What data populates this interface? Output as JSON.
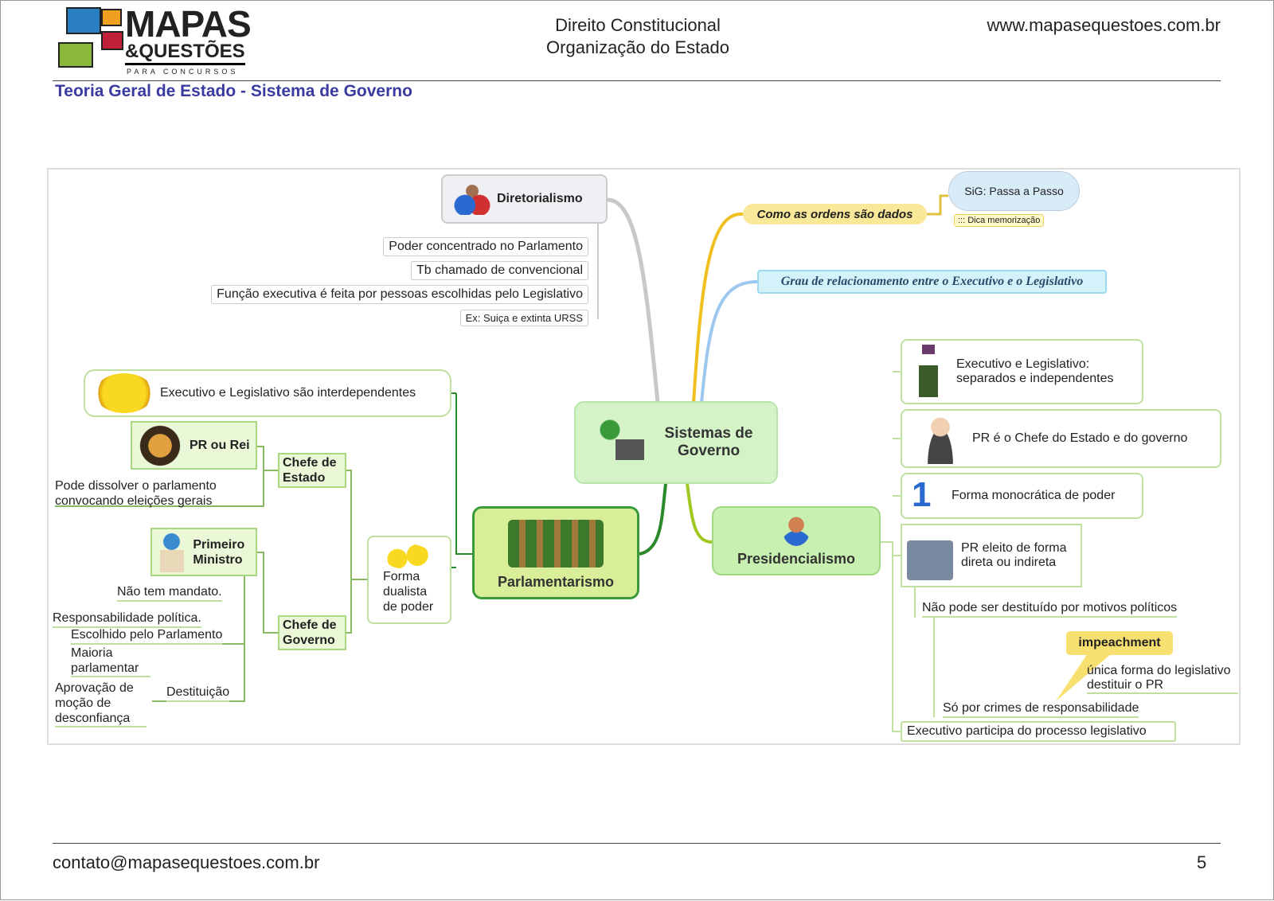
{
  "header": {
    "logo_main": "MAPAS",
    "logo_sub": "&QUESTÕES",
    "logo_tag": "PARA CONCURSOS",
    "subject": "Direito Constitucional",
    "topic": "Organização do Estado",
    "website": "www.mapasequestoes.com.br",
    "section_title": "Teoria Geral de Estado - Sistema de Governo"
  },
  "map": {
    "central": "Sistemas de Governo",
    "diretorialismo": {
      "label": "Diretorialismo",
      "items": [
        "Poder concentrado no Parlamento",
        "Tb chamado de convencional",
        "Função executiva é feita por pessoas escolhidas pelo Legislativo",
        "Ex: Suiça e extinta URSS"
      ]
    },
    "ordens": {
      "label": "Como as ordens são dados",
      "cloud": "SiG: Passa a Passo",
      "tip": "::: Dica memorização"
    },
    "grau": "Grau de relacionamento entre o Executivo e o Legislativo",
    "presidencialismo": {
      "label": "Presidencialismo",
      "items": [
        "Executivo e Legislativo: separados e independentes",
        "PR é o Chefe do Estado e do governo",
        "Forma monocrática de poder",
        "PR eleito de forma direta ou indireta",
        "Não pode ser destituído por motivos políticos",
        "Só por crimes de responsabilidade",
        "Executivo participa do processo legislativo"
      ],
      "impeachment": "impeachment",
      "impeachment_note": "única forma do legislativo destituir o PR"
    },
    "parlamentarismo": {
      "label": "Parlamentarismo",
      "interdep": "Executivo e Legislativo são interdependentes",
      "dualista": "Forma dualista de poder",
      "chefe_estado": "Chefe de Estado",
      "pr_rei": "PR ou Rei",
      "dissolver": "Pode dissolver o parlamento convocando eleições gerais",
      "chefe_governo": "Chefe de Governo",
      "pm": "Primeiro Ministro",
      "pm_items": [
        "Não tem mandato.",
        "Responsabilidade política.",
        "Escolhido pelo Parlamento",
        "Maioria parlamentar",
        "Destituição",
        "Aprovação de moção de desconfiança"
      ]
    }
  },
  "footer": {
    "email": "contato@mapasequestoes.com.br",
    "page": "5"
  }
}
